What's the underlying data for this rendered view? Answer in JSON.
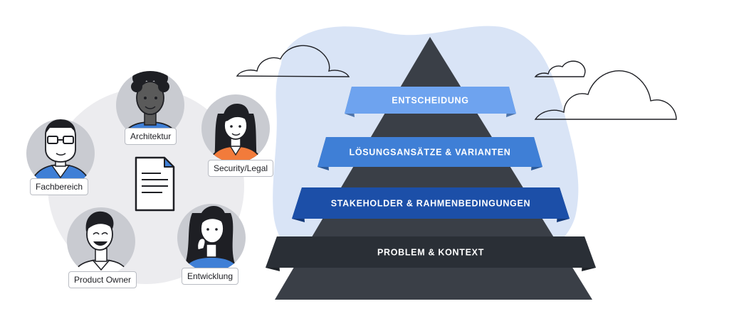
{
  "pyramid": {
    "levels": [
      {
        "label": "ENTSCHEIDUNG",
        "color": "#6ea3ef"
      },
      {
        "label": "LÖSUNGSANSÄTZE & VARIANTEN",
        "color": "#3f7fd6"
      },
      {
        "label": "STAKEHOLDER & RAHMENBEDINGUNGEN",
        "color": "#1c4fa8"
      },
      {
        "label": "PROBLEM & KONTEXT",
        "color": "#2a2f36"
      }
    ],
    "body_color": "#3a3f47",
    "blob_color": "#d9e4f6"
  },
  "people": [
    {
      "label": "Fachbereich",
      "icon": "person-glasses-icon"
    },
    {
      "label": "Architektur",
      "icon": "person-curly-hair-icon"
    },
    {
      "label": "Security/Legal",
      "icon": "person-long-hair-icon"
    },
    {
      "label": "Product Owner",
      "icon": "person-smiling-icon"
    },
    {
      "label": "Entwicklung",
      "icon": "person-thinking-icon"
    }
  ],
  "document": {
    "icon": "document-icon"
  }
}
